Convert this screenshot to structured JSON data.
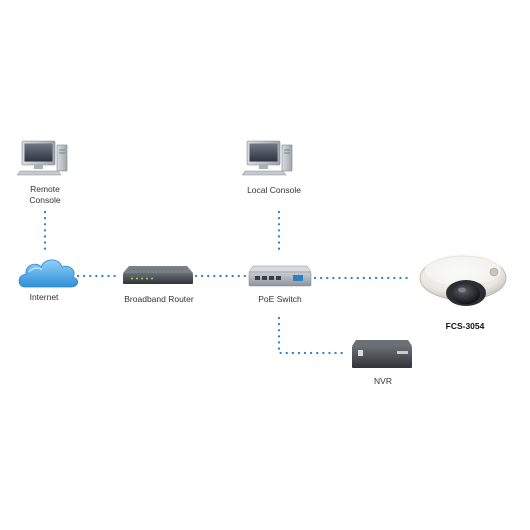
{
  "diagram": {
    "nodes": {
      "remote_console": {
        "label_line1": "Remote",
        "label_line2": "Console",
        "icon": "desktop-computer-icon"
      },
      "local_console": {
        "label": "Local Console",
        "icon": "desktop-computer-icon"
      },
      "internet": {
        "label": "Internet",
        "icon": "cloud-icon"
      },
      "broadband_router": {
        "label": "Broadband Router",
        "icon": "router-icon"
      },
      "poe_switch": {
        "label": "PoE Switch",
        "icon": "network-switch-icon"
      },
      "camera": {
        "label": "FCS-3054",
        "icon": "dome-camera-icon"
      },
      "nvr": {
        "label": "NVR",
        "icon": "nvr-box-icon"
      }
    },
    "links": [
      [
        "remote_console",
        "internet"
      ],
      [
        "internet",
        "broadband_router"
      ],
      [
        "broadband_router",
        "poe_switch"
      ],
      [
        "local_console",
        "poe_switch"
      ],
      [
        "poe_switch",
        "camera"
      ],
      [
        "poe_switch",
        "nvr"
      ]
    ],
    "colors": {
      "link": "#2f7fc1",
      "cloud": "#4aa6e6"
    }
  }
}
